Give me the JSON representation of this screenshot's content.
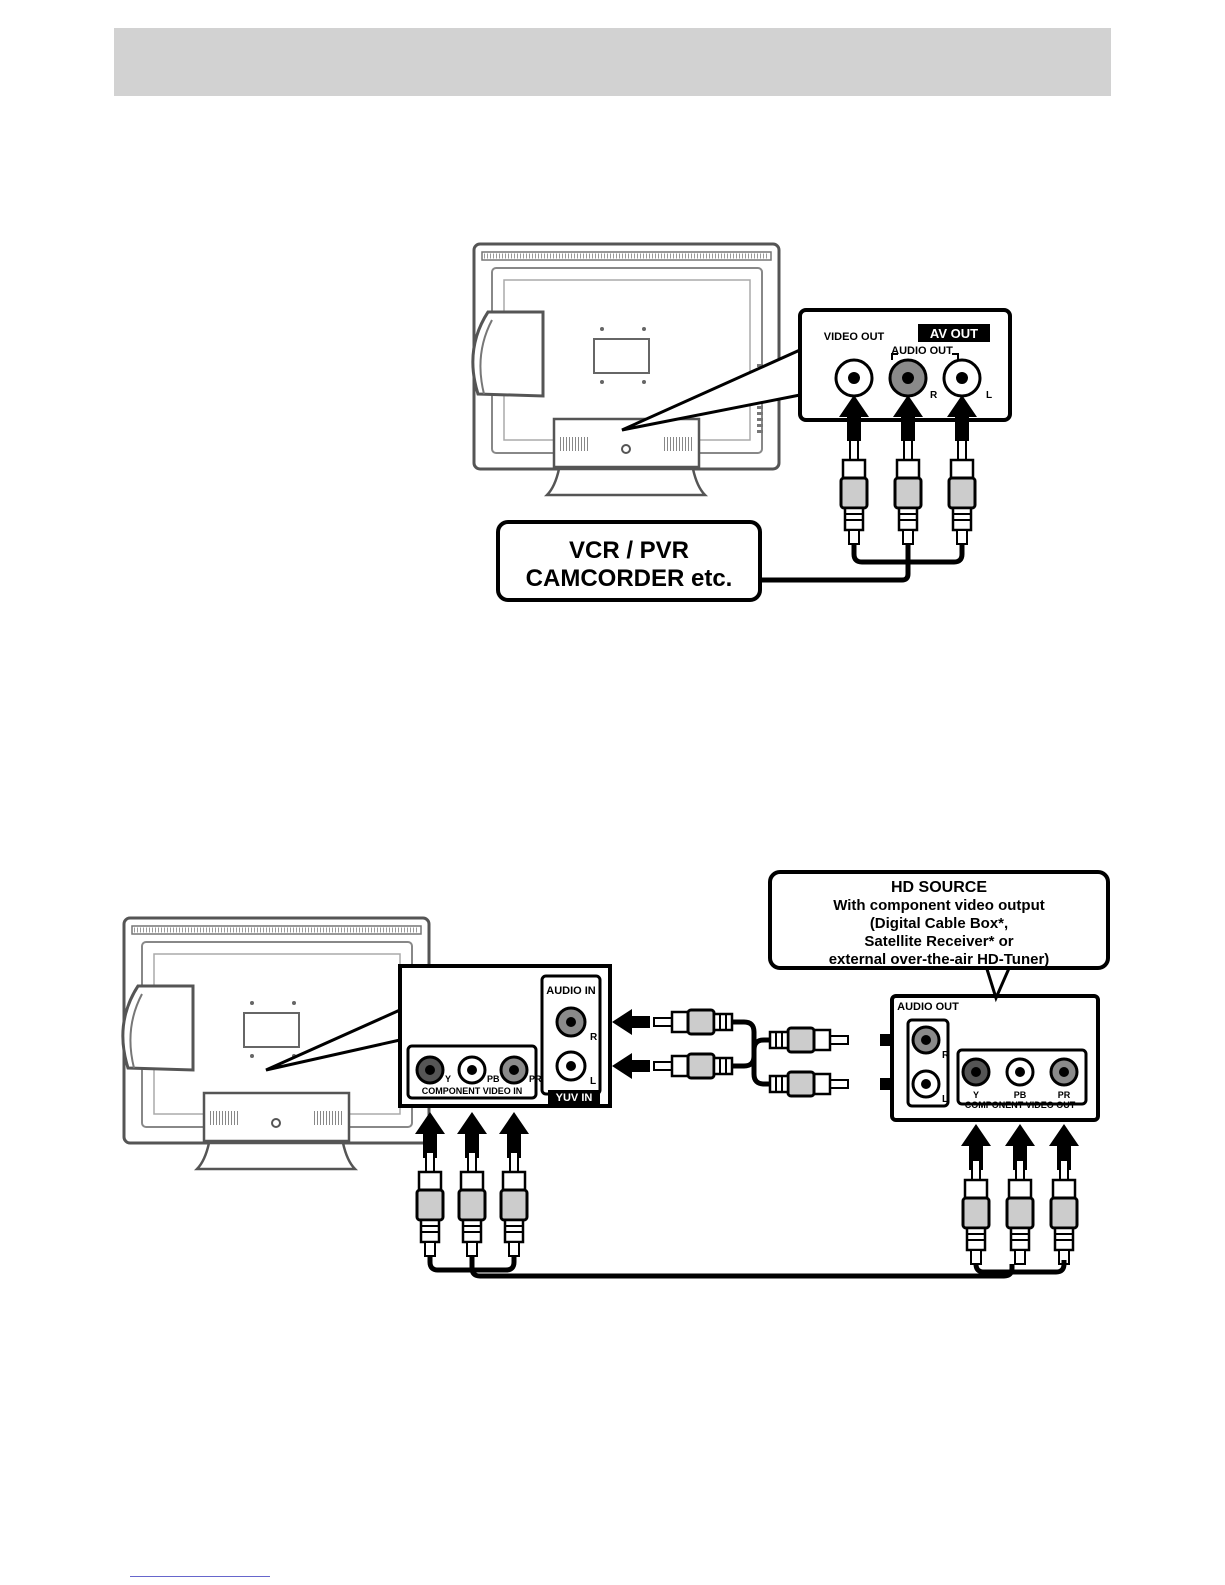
{
  "header": {
    "color": "#d2d2d2"
  },
  "diagram1": {
    "panel_title": "AV OUT",
    "video_out": "VIDEO OUT",
    "audio_out": "AUDIO OUT",
    "right": "R",
    "left": "L",
    "device_line1": "VCR / PVR",
    "device_line2": "CAMCORDER etc."
  },
  "diagram2": {
    "audio_in": "AUDIO IN",
    "right": "R",
    "left": "L",
    "y": "Y",
    "pb": "PB",
    "pr": "PR",
    "component_video_in": "COMPONENT VIDEO IN",
    "yuv_in": "YUV IN",
    "audio_out": "AUDIO OUT",
    "component_video_out": "COMPONENT VIDEO OUT",
    "source_title": "HD SOURCE",
    "source_line1": "With component video output",
    "source_line2": "(Digital Cable Box*,",
    "source_line3": "Satellite Receiver* or",
    "source_line4": "external over-the-air HD-Tuner)"
  },
  "colors": {
    "accent_link": "#6666cc",
    "jack_gray": "#8a8a8a",
    "jack_dark": "#555555"
  }
}
